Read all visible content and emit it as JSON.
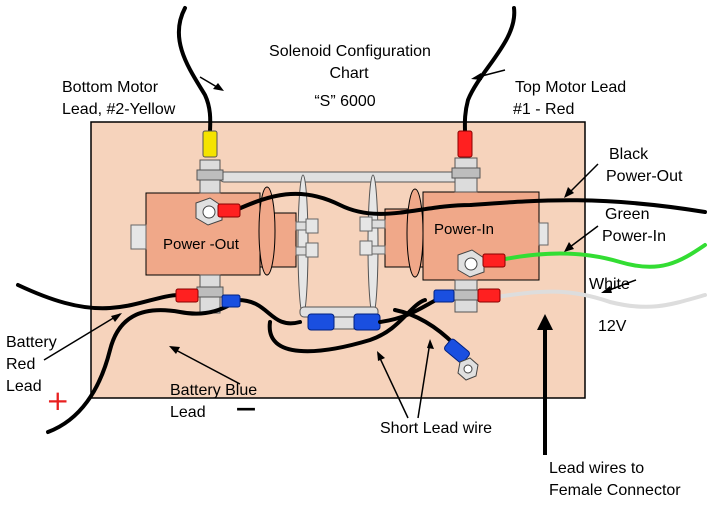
{
  "title_lines": [
    "Solenoid Configuration",
    "Chart",
    "“S” 6000"
  ],
  "labels": {
    "bottom_motor": [
      "Bottom Motor",
      "Lead, #2-Yellow"
    ],
    "top_motor": [
      "Top Motor Lead",
      "#1 - Red"
    ],
    "black": [
      "Black",
      "Power-Out"
    ],
    "green": [
      "Green",
      "Power-In"
    ],
    "white": "White",
    "twelve_v": "12V",
    "battery_red": [
      "Battery",
      "Red",
      "Lead"
    ],
    "plus": "+",
    "battery_blue": [
      "Battery Blue",
      "Lead"
    ],
    "minus": "—",
    "short_lead": "Short Lead wire",
    "lead_wires": [
      "Lead wires to",
      "Female Connector"
    ]
  },
  "solenoids": {
    "left": "Power -Out",
    "right": "Power-In"
  },
  "colors": {
    "board": "#f6d3bc",
    "solenoid": "#f0a889",
    "terminal": "#d9d9d9",
    "red_connector": "#ff2020",
    "blue_connector": "#1a4fe0",
    "yellow_connector": "#f4e300",
    "green_wire": "#33dd33",
    "white_wire": "#dddddd",
    "plus_red": "#e82020"
  }
}
